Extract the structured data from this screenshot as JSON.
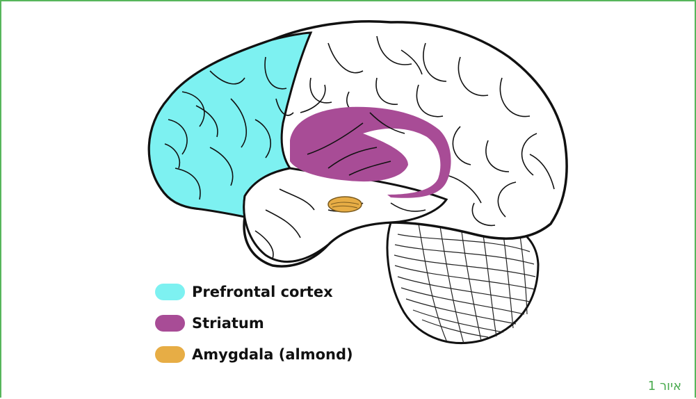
{
  "figure": {
    "caption": "איור 1",
    "legend": [
      {
        "label": "Prefrontal cortex",
        "color": "#7df1f1"
      },
      {
        "label": "Striatum",
        "color": "#a84c96"
      },
      {
        "label": "Amygdala (almond)",
        "color": "#e7ad45"
      }
    ]
  },
  "colors": {
    "frame": "#57b65b",
    "prefrontal": "#7df1f1",
    "striatum": "#a84c96",
    "amygdala": "#e7ad45",
    "outline": "#111111"
  }
}
